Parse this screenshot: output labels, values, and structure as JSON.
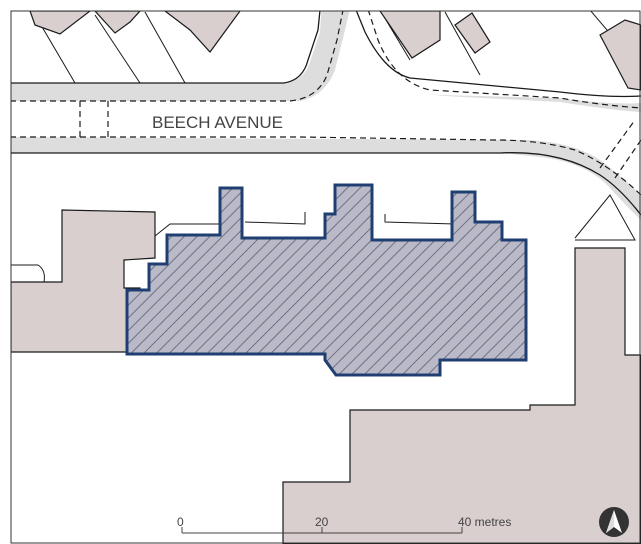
{
  "map": {
    "road_name": "BEECH AVENUE",
    "colors": {
      "building_fill": "#d9cfcf",
      "road_fill": "#dddddd",
      "site_fill": "#b9b9c8",
      "site_hatch": "#6f7083",
      "site_outline": "#1f3f72",
      "line": "#1a1a1a",
      "frame": "#333333",
      "text": "#444444"
    },
    "site": {
      "pattern": "diagonal-hatch"
    },
    "scale_bar": {
      "tick_0": "0",
      "tick_20": "20",
      "tick_40": "40 metres"
    },
    "north_arrow": {
      "icon": "north-arrow-icon"
    }
  }
}
